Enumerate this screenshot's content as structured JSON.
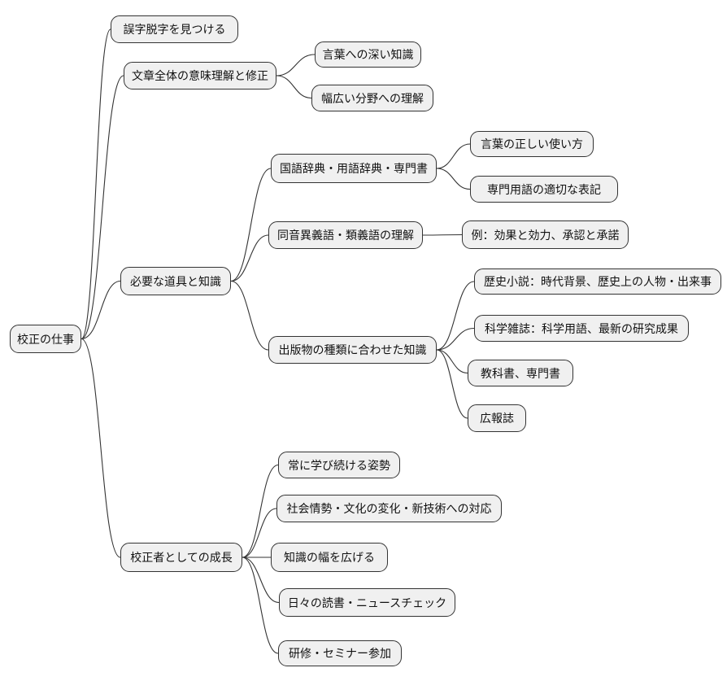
{
  "mindmap": {
    "root": {
      "label": "校正の仕事",
      "children": [
        {
          "label": "誤字脱字を見つける"
        },
        {
          "label": "文章全体の意味理解と修正",
          "children": [
            {
              "label": "言葉への深い知識"
            },
            {
              "label": "幅広い分野への理解"
            }
          ]
        },
        {
          "label": "必要な道具と知識",
          "children": [
            {
              "label": "国語辞典・用語辞典・専門書",
              "children": [
                {
                  "label": "言葉の正しい使い方"
                },
                {
                  "label": "専門用語の適切な表記"
                }
              ]
            },
            {
              "label": "同音異義語・類義語の理解",
              "children": [
                {
                  "label": "例：効果と効力、承認と承諾"
                }
              ]
            },
            {
              "label": "出版物の種類に合わせた知識",
              "children": [
                {
                  "label": "歴史小説：時代背景、歴史上の人物・出来事"
                },
                {
                  "label": "科学雑誌：科学用語、最新の研究成果"
                },
                {
                  "label": "教科書、専門書"
                },
                {
                  "label": "広報誌"
                }
              ]
            }
          ]
        },
        {
          "label": "校正者としての成長",
          "children": [
            {
              "label": "常に学び続ける姿勢"
            },
            {
              "label": "社会情勢・文化の変化・新技術への対応"
            },
            {
              "label": "知識の幅を広げる"
            },
            {
              "label": "日々の読書・ニュースチェック"
            },
            {
              "label": "研修・セミナー参加"
            }
          ]
        }
      ]
    },
    "style": {
      "background": "#ffffff",
      "node_fill": "#f0f0f0",
      "node_border": "#333333",
      "edge_color": "#333333"
    }
  }
}
